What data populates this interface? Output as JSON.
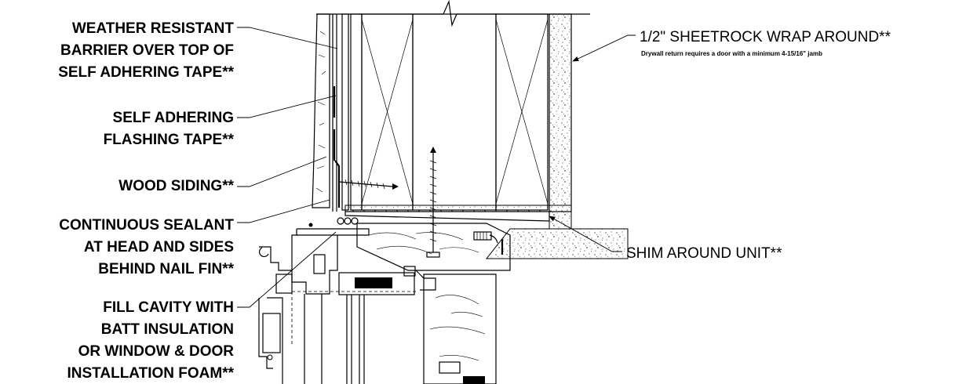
{
  "labels": {
    "weather_barrier": [
      "WEATHER RESISTANT",
      "BARRIER OVER TOP OF",
      "SELF ADHERING TAPE**"
    ],
    "flashing_tape": [
      "SELF ADHERING",
      "FLASHING TAPE**"
    ],
    "wood_siding": [
      "WOOD SIDING**"
    ],
    "sealant": [
      "CONTINUOUS SEALANT",
      "AT HEAD AND SIDES",
      "BEHIND NAIL FIN**"
    ],
    "insulation": [
      "FILL CAVITY WITH",
      "BATT INSULATION",
      "OR WINDOW & DOOR",
      "INSTALLATION FOAM**"
    ],
    "sheetrock": "1/2\" SHEETROCK WRAP AROUND**",
    "sheetrock_note": "Drywall return requires a door with a minimum 4-15/16\" jamb",
    "shim": "SHIM AROUND UNIT**"
  }
}
